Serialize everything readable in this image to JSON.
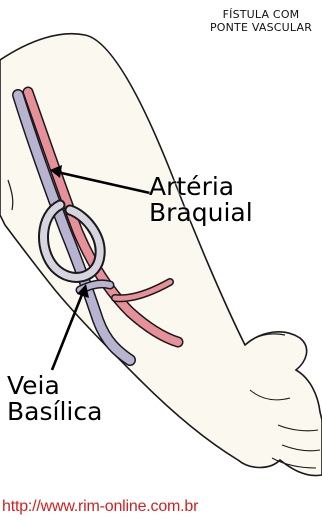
{
  "title": {
    "line1": "FÍSTULA COM",
    "line2": "PONTE VASCULAR"
  },
  "labels": {
    "artery_line1": "Artéria",
    "artery_line2": "Braquial",
    "vein_line1": "Veia",
    "vein_line2": "Basílica"
  },
  "url": "http://www.rim-online.com.br",
  "colors": {
    "skin": "#fbf8f0",
    "outline": "#1a1a1a",
    "artery": "#e8909a",
    "vein": "#b9b3d2",
    "graft": "#d6d4de",
    "url": "#d31f1f"
  }
}
